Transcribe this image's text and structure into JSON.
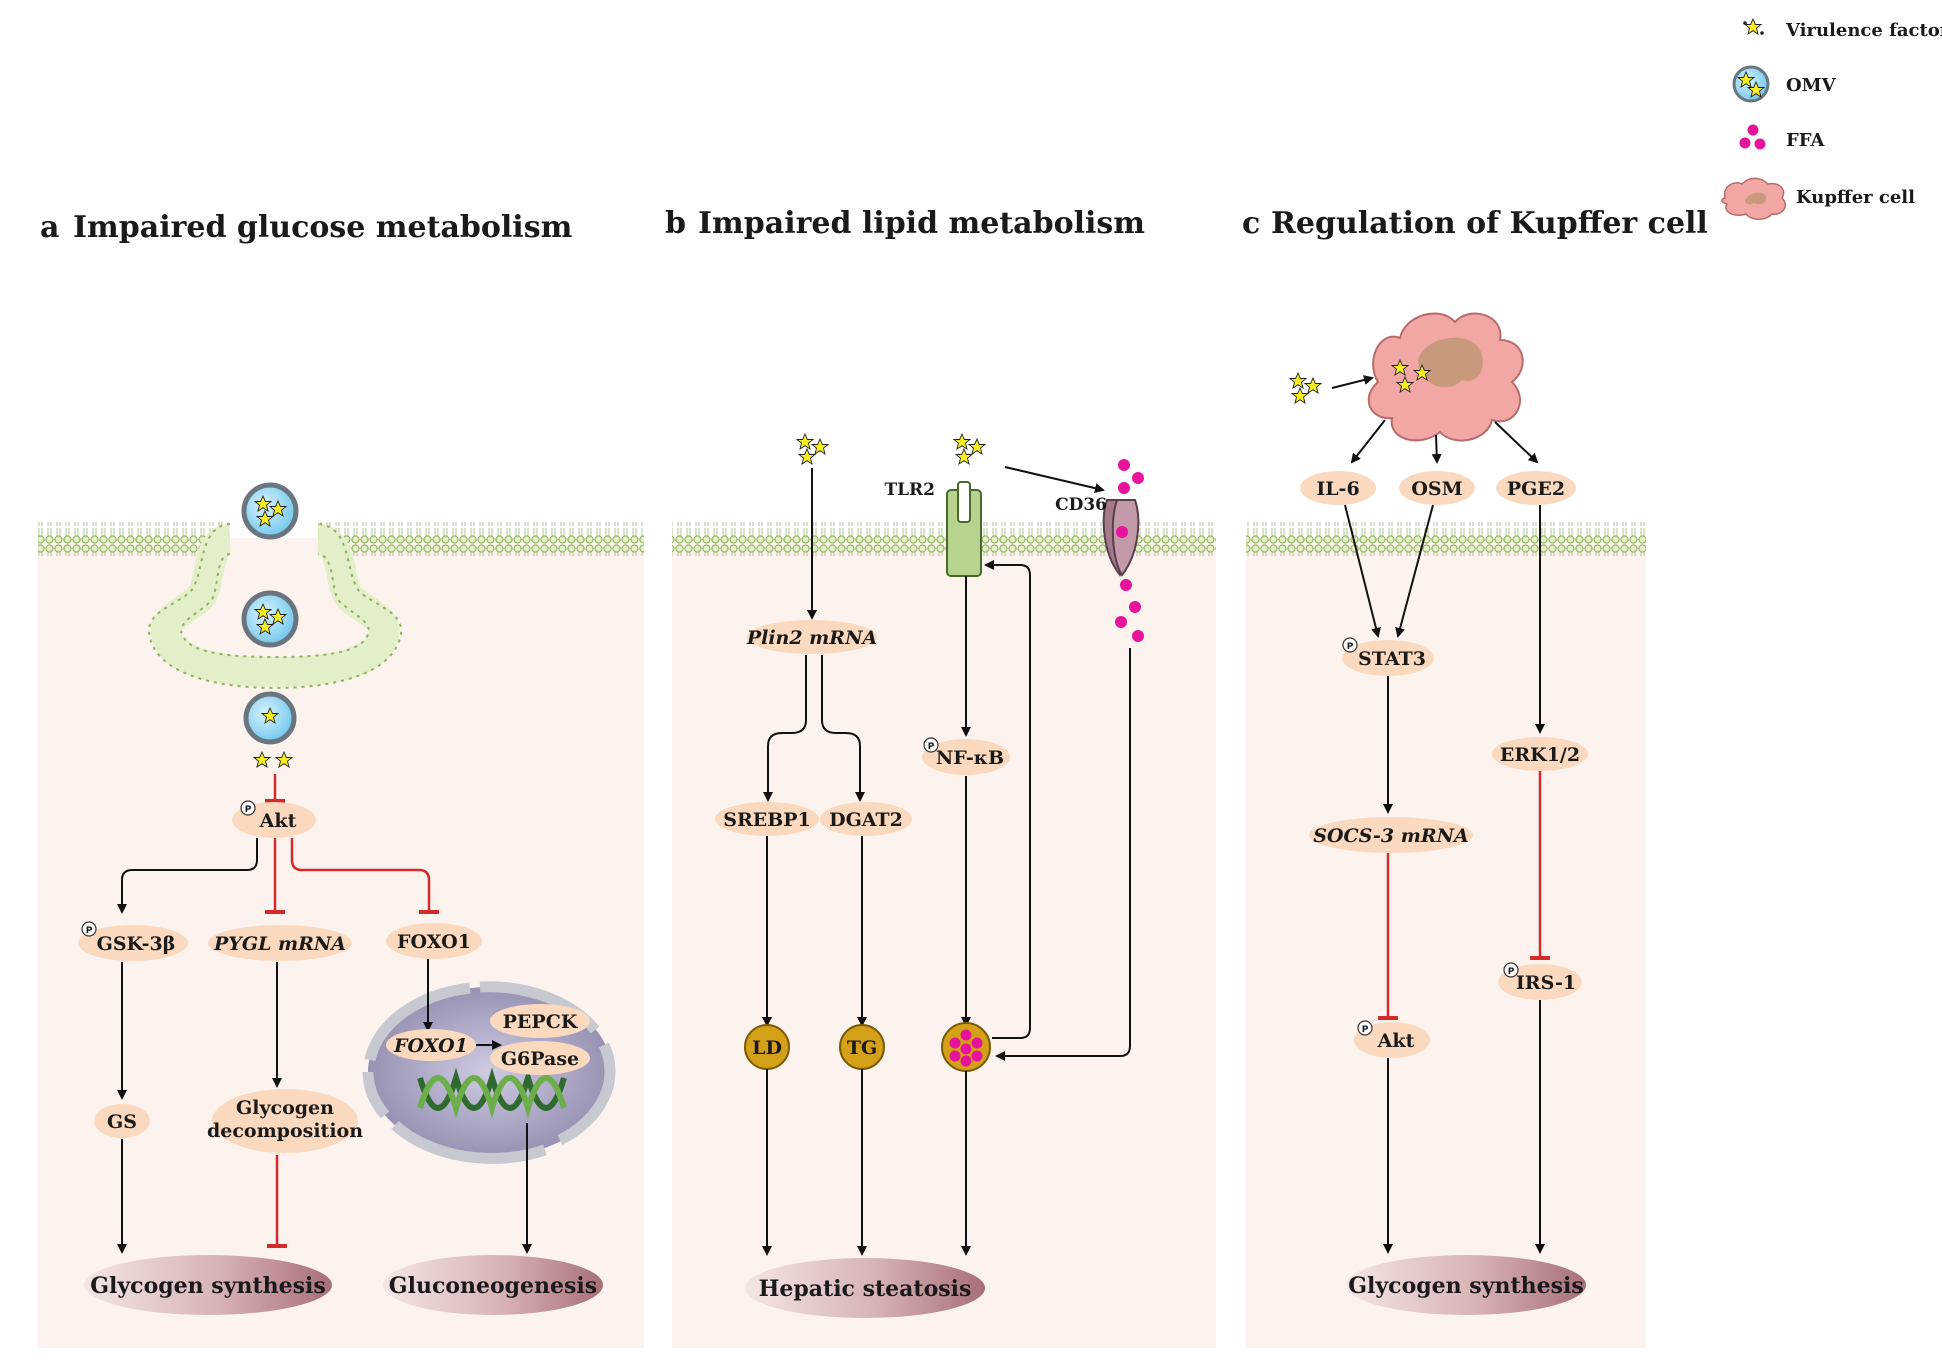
{
  "legend": {
    "virulence_factor": "Virulence factor",
    "omv": "OMV",
    "ffa": "FFA",
    "kupffer_cell": "Kupffer cell"
  },
  "phospho_marker": "P",
  "panel_a": {
    "letter": "a",
    "title": "Impaired glucose metabolism",
    "akt": "Akt",
    "gsk3b": "GSK-3β",
    "pygl": "PYGL mRNA",
    "pygl_italic_part": "PYGL",
    "pygl_rest": " mRNA",
    "foxo1": "FOXO1",
    "foxo1_nuclear": "FOXO1",
    "pepck": "PEPCK",
    "g6pase": "G6Pase",
    "gs": "GS",
    "glycogen_decomp_line1": "Glycogen",
    "glycogen_decomp_line2": "decomposition",
    "outcome_left": "Glycogen synthesis",
    "outcome_right": "Gluconeogenesis"
  },
  "panel_b": {
    "letter": "b",
    "title": "Impaired lipid metabolism",
    "plin2": "Plin2 mRNA",
    "tlr2": "TLR2",
    "cd36": "CD36",
    "nfkb": "NF-κB",
    "srebp1": "SREBP1",
    "dgat2": "DGAT2",
    "ld": "LD",
    "tg": "TG",
    "outcome": "Hepatic steatosis"
  },
  "panel_c": {
    "letter": "c",
    "title": "Regulation of Kupffer cell",
    "il6": "IL-6",
    "osm": "OSM",
    "pge2": "PGE2",
    "stat3": "STAT3",
    "erk": "ERK1/2",
    "socs3": "SOCS-3 mRNA",
    "irs1": "IRS-1",
    "akt": "Akt",
    "outcome": "Glycogen synthesis"
  },
  "colors": {
    "cytoplasm": "#fdf3ee",
    "node_fill": "#fbd9bf",
    "membrane": "#b5cf8c",
    "activation": "#111111",
    "inhibition": "#d42a2a",
    "ffa": "#e8139c",
    "droplet": "#d4a017",
    "kupffer": "#f2a7a5",
    "nucleus": "#b6b0cf",
    "outcome_fill": "#c7a0a6"
  }
}
